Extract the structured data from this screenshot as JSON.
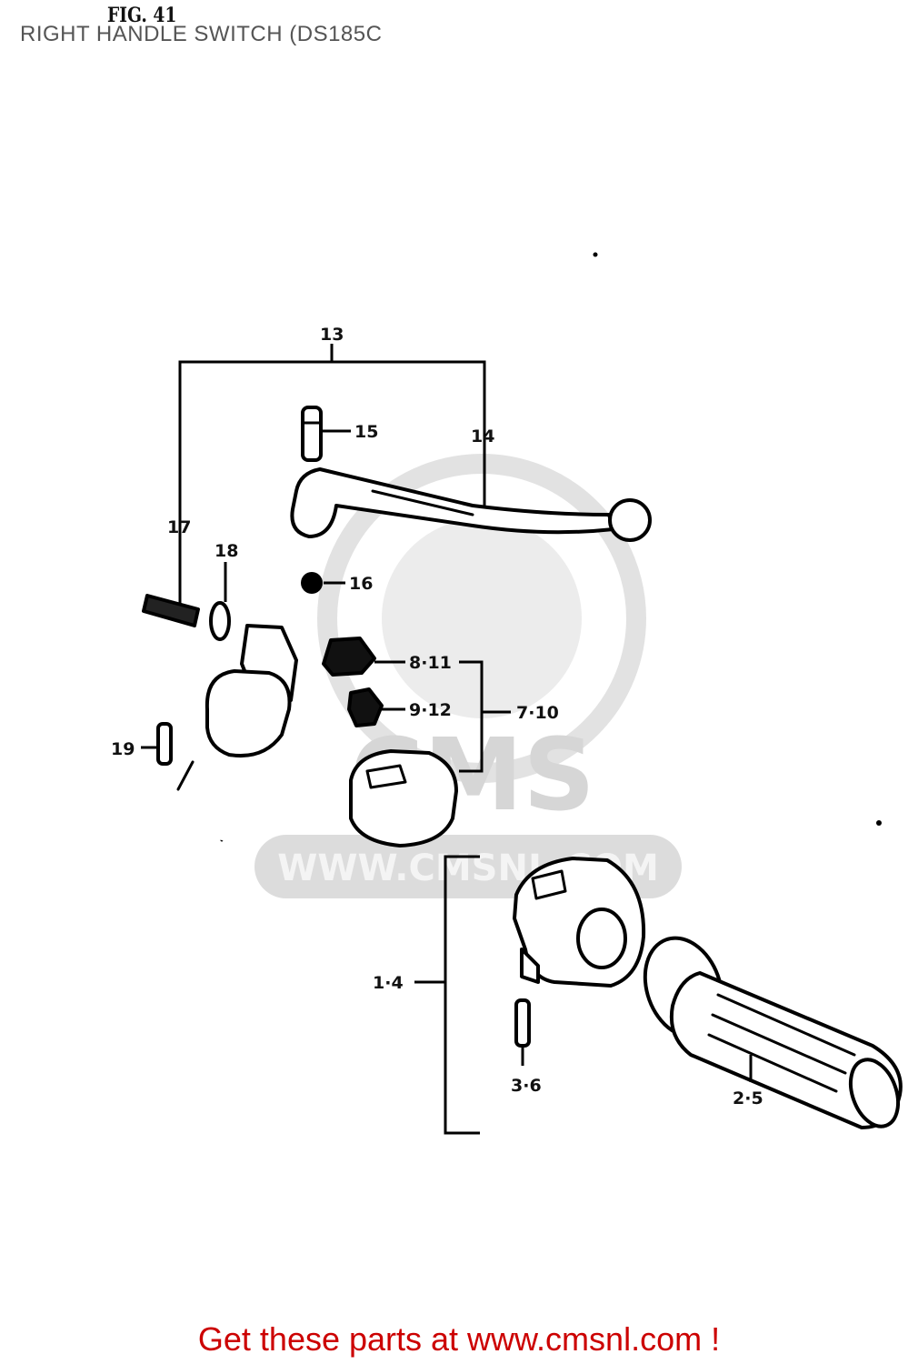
{
  "figure": {
    "fig_label": "FIG. 41",
    "title": "RIGHT HANDLE SWITCH (DS185C"
  },
  "watermark": {
    "logo_text": "CMS",
    "url_text": "WWW.CMSNL.COM"
  },
  "callouts": {
    "c13": "13",
    "c14": "14",
    "c15": "15",
    "c16": "16",
    "c17": "17",
    "c18": "18",
    "c19": "19",
    "c8_11": "8·11",
    "c9_12": "9·12",
    "c7_10": "7·10",
    "c1_4": "1·4",
    "c3_6": "3·6",
    "c2_5": "2·5"
  },
  "footer": {
    "link_text": "Get these parts at www.cmsnl.com !"
  }
}
